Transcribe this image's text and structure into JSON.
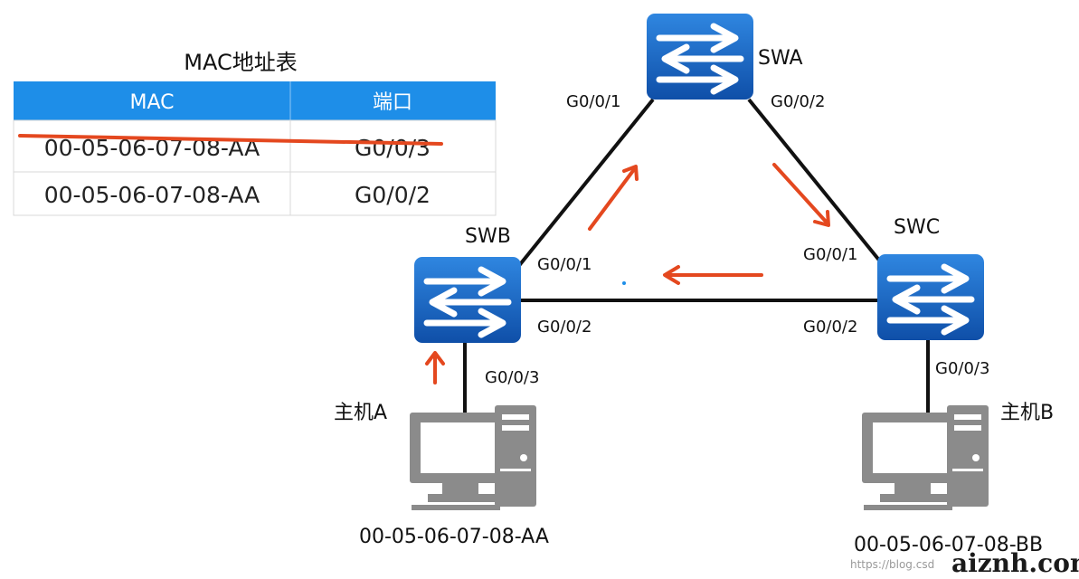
{
  "table": {
    "title": "MAC地址表",
    "headers": {
      "mac": "MAC",
      "port": "端口"
    },
    "rows": [
      {
        "mac": "00-05-06-07-08-AA",
        "port": "G0/0/3",
        "struck": true
      },
      {
        "mac": "00-05-06-07-08-AA",
        "port": "G0/0/2",
        "struck": false
      }
    ]
  },
  "switches": {
    "swa": {
      "name": "SWA",
      "port1": "G0/0/1",
      "port2": "G0/0/2"
    },
    "swb": {
      "name": "SWB",
      "port1": "G0/0/1",
      "port2": "G0/0/2",
      "port3": "G0/0/3"
    },
    "swc": {
      "name": "SWC",
      "port1": "G0/0/1",
      "port2": "G0/0/2",
      "port3": "G0/0/3"
    }
  },
  "hosts": {
    "a": {
      "name": "主机A",
      "mac": "00-05-06-07-08-AA"
    },
    "b": {
      "name": "主机B",
      "mac": "00-05-06-07-08-BB"
    }
  },
  "watermark": {
    "url": "https://blog.csd",
    "site": "aiznh.com"
  },
  "colors": {
    "switch": "#1762c4",
    "header": "#1e8ee8",
    "arrow": "#e4481f",
    "link": "#111111",
    "computer": "#8b8b8b"
  }
}
